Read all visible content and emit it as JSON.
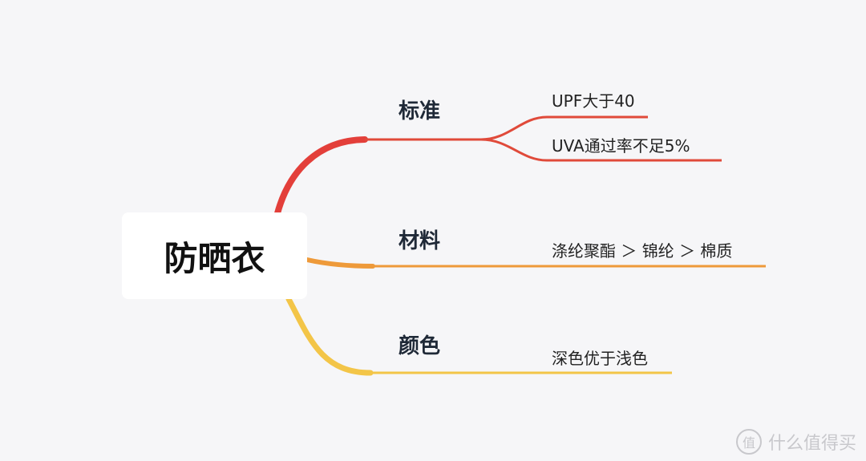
{
  "root": {
    "label": "防晒衣"
  },
  "branches": [
    {
      "label": "标准",
      "color": "#e04a3a",
      "leaves": [
        "UPF大于40",
        "UVA通过率不足5%"
      ]
    },
    {
      "label": "材料",
      "color": "#ee9a3a",
      "leaves": [
        "涤纶聚酯 ＞ 锦纶 ＞ 棉质"
      ]
    },
    {
      "label": "颜色",
      "color": "#f3c548",
      "leaves": [
        "深色优于浅色"
      ]
    }
  ],
  "watermark": {
    "text": "什么值得买",
    "icon": "zhi-logo-icon",
    "icon_glyph": "值"
  }
}
